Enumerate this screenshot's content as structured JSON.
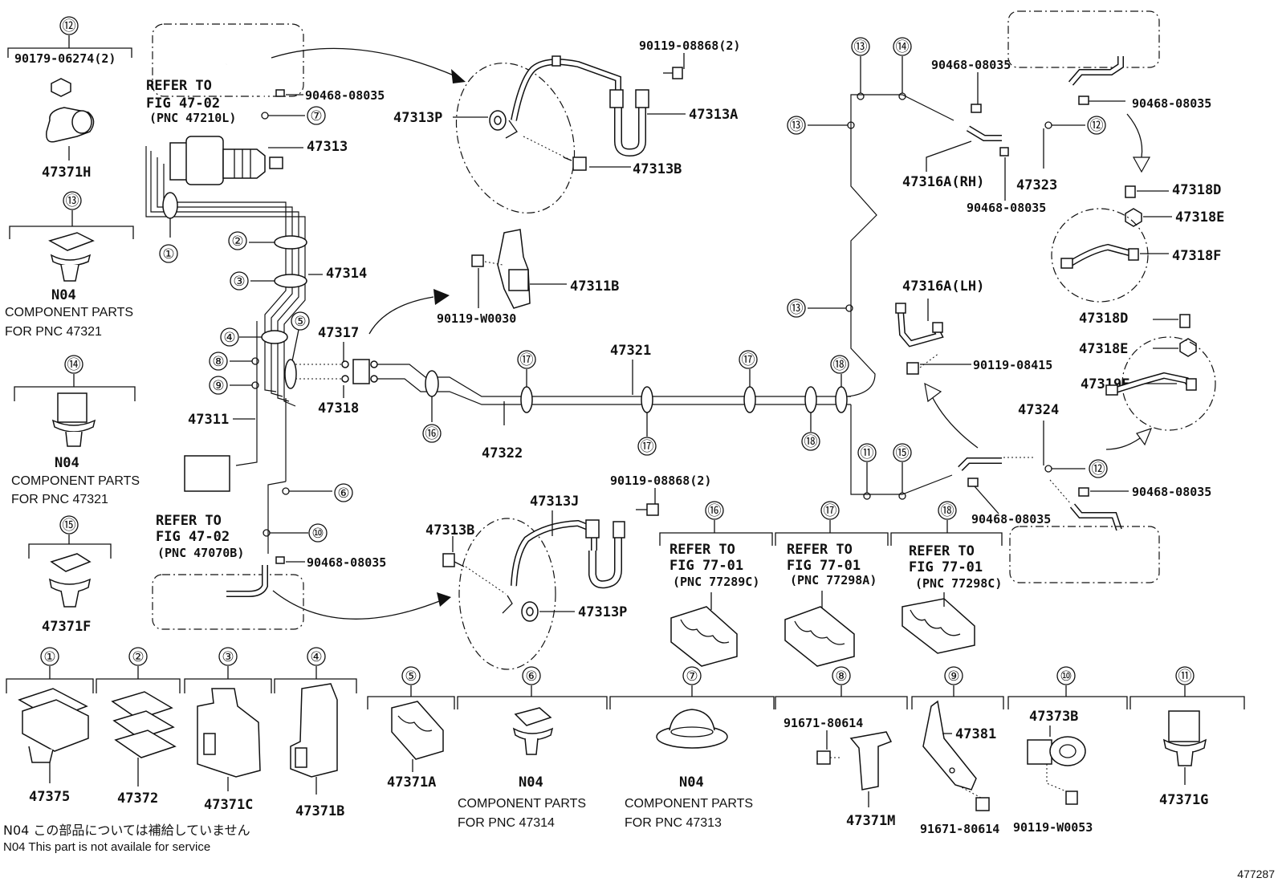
{
  "diagram_number": "477287",
  "notes": {
    "n04_jp": "N04 この部品については補給していません",
    "n04_en": "N04 This part is not availale for service"
  },
  "callouts": {
    "c1": "①",
    "c2": "②",
    "c3": "③",
    "c4": "④",
    "c5": "⑤",
    "c6": "⑥",
    "c7": "⑦",
    "c8": "⑧",
    "c9": "⑨",
    "c10": "⑩",
    "c11": "⑪",
    "c12": "⑫",
    "c13": "⑬",
    "c14": "⑭",
    "c15": "⑮",
    "c16": "⑯",
    "c17": "⑰",
    "c18": "⑱"
  },
  "labels": {
    "p90179_06274": "90179-06274(2)",
    "p47371H": "47371H",
    "p47371F": "47371F",
    "n04": "N04",
    "comp_47321": "COMPONENT PARTS",
    "for_47321": "FOR PNC 47321",
    "comp": "COMPONENT PARTS",
    "for_47314": "FOR PNC 47314",
    "for_47313": "FOR PNC 47313",
    "refer_to": "REFER TO",
    "fig_47_02": "FIG 47-02",
    "pnc_47210L": "(PNC 47210L)",
    "pnc_47070B": "(PNC 47070B)",
    "fig_77_01": "FIG 77-01",
    "pnc_77289C": "(PNC 77289C)",
    "pnc_77298A": "(PNC 77298A)",
    "pnc_77298C": "(PNC 77298C)",
    "p90468_08035": "90468-08035",
    "p47313": "47313",
    "p47314": "47314",
    "p47317": "47317",
    "p47318": "47318",
    "p47311": "47311",
    "p47322": "47322",
    "p47321": "47321",
    "p47313P": "47313P",
    "p47313A": "47313A",
    "p47313B": "47313B",
    "p47313J": "47313J",
    "p90119_08868": "90119-08868(2)",
    "p47311B": "47311B",
    "p90119_W0030": "90119-W0030",
    "p47316A_RH": "47316A(RH)",
    "p47316A_LH": "47316A(LH)",
    "p47323": "47323",
    "p47324": "47324",
    "p47318D": "47318D",
    "p47318E": "47318E",
    "p47318F": "47318F",
    "p47319F": "47319F",
    "p90119_08415": "90119-08415",
    "p47375": "47375",
    "p47372": "47372",
    "p47371C": "47371C",
    "p47371B": "47371B",
    "p47371A": "47371A",
    "p47371M": "47371M",
    "p91671_80614": "91671-80614",
    "p47381": "47381",
    "p47373B": "47373B",
    "p90119_W0053": "90119-W0053",
    "p47371G": "47371G"
  }
}
